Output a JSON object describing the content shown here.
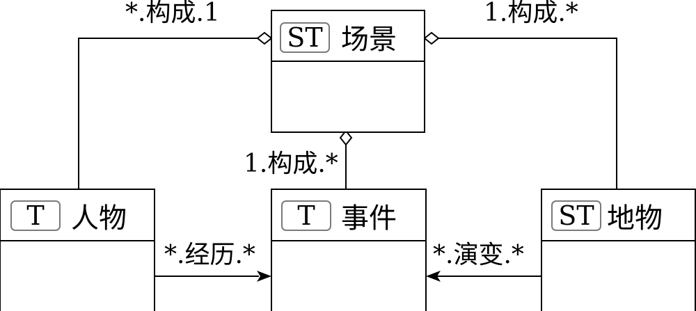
{
  "classes": {
    "scene": {
      "stereotype": "ST",
      "name": "场景"
    },
    "character": {
      "stereotype": "T",
      "name": "人物"
    },
    "event": {
      "stereotype": "T",
      "name": "事件"
    },
    "place": {
      "stereotype": "ST",
      "name": "地物"
    }
  },
  "relations": {
    "character_scene": {
      "label": "*.构成.1",
      "kind": "aggregation"
    },
    "place_scene": {
      "label": "1.构成.*",
      "kind": "aggregation"
    },
    "event_scene": {
      "label": "1.构成.*",
      "kind": "aggregation"
    },
    "character_event": {
      "label": "*.经历.*",
      "kind": "directed-association"
    },
    "place_event": {
      "label": "*.演变.*",
      "kind": "directed-association"
    }
  }
}
